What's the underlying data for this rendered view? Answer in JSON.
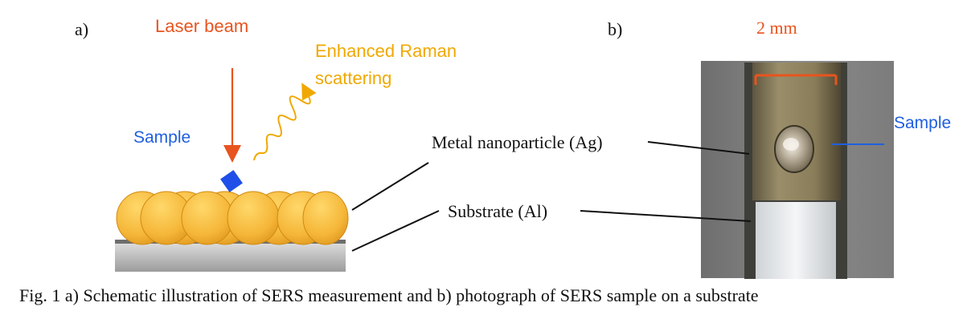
{
  "panel_a": {
    "label": "a)",
    "laser_beam": "Laser beam",
    "raman_line1": "Enhanced Raman",
    "raman_line2": "scattering",
    "sample": "Sample",
    "metal_label": "Metal nanoparticle (Ag)",
    "substrate_label": "Substrate (Al)"
  },
  "panel_b": {
    "label": "b)",
    "scale": "2 mm",
    "sample": "Sample"
  },
  "caption": "Fig. 1 a) Schematic illustration of SERS measurement and b) photograph of SERS sample on a substrate",
  "colors": {
    "laser": "#e8541e",
    "raman": "#f0a800",
    "sample": "#1f5fe0",
    "nanoparticle": "#f7bd3a",
    "substrate": "#b8b8b8"
  }
}
